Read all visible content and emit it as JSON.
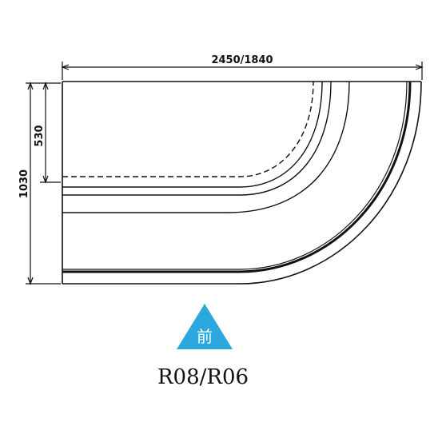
{
  "dimensions": {
    "width_label": "2450/1840",
    "height_label": "1030",
    "inner_depth_label": "530"
  },
  "front_marker": {
    "label": "前",
    "color": "#2ba6df"
  },
  "model_code": "R08/R06"
}
